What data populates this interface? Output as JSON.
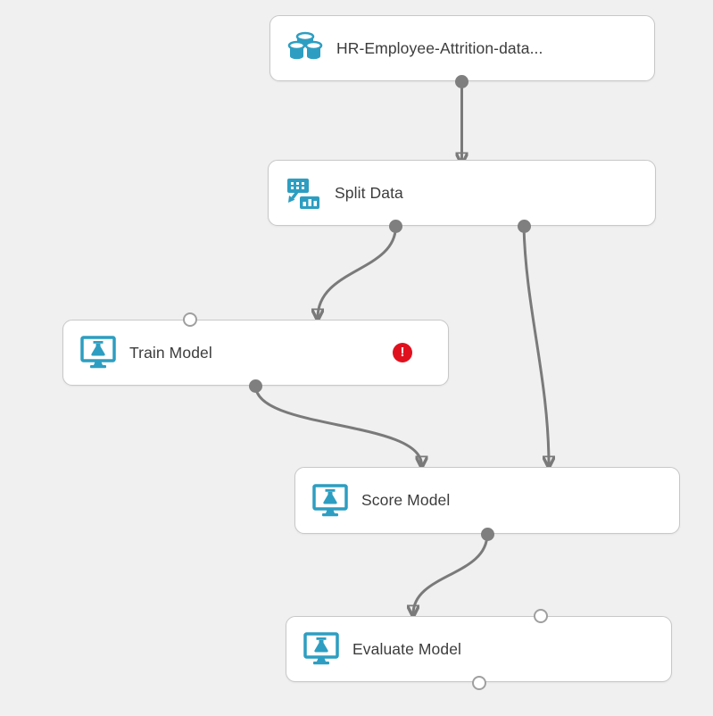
{
  "colors": {
    "canvas_bg": "#f0f0f0",
    "node_bg": "#ffffff",
    "node_border": "#c8c8c8",
    "accent": "#2D9EC1",
    "connector": "#7a7a7a",
    "error": "#E0111F",
    "label": "#3c3c3c",
    "port_fill": "#7f7f7f",
    "port_ring": "#9f9f9f"
  },
  "nodes": [
    {
      "id": "dataset",
      "label": "HR-Employee-Attrition-data...",
      "icon": "database-icon",
      "ports": {
        "inputs": [],
        "outputs": [
          "connected"
        ]
      }
    },
    {
      "id": "split-data",
      "label": "Split Data",
      "icon": "split-data-icon",
      "ports": {
        "inputs": [
          "connected"
        ],
        "outputs": [
          "connected",
          "connected"
        ]
      }
    },
    {
      "id": "train-model",
      "label": "Train Model",
      "icon": "model-experiment-icon",
      "status": "error",
      "status_glyph": "!",
      "ports": {
        "inputs": [
          "open",
          "connected"
        ],
        "outputs": [
          "connected"
        ]
      }
    },
    {
      "id": "score-model",
      "label": "Score Model",
      "icon": "model-experiment-icon",
      "ports": {
        "inputs": [
          "connected",
          "connected"
        ],
        "outputs": [
          "connected"
        ]
      }
    },
    {
      "id": "evaluate-model",
      "label": "Evaluate Model",
      "icon": "model-experiment-icon",
      "ports": {
        "inputs": [
          "connected",
          "open"
        ],
        "outputs": [
          "open"
        ]
      }
    }
  ],
  "connections": [
    {
      "from": "dataset.output",
      "to": "split-data.input"
    },
    {
      "from": "split-data.output-1",
      "to": "train-model.input-2"
    },
    {
      "from": "split-data.output-2",
      "to": "score-model.input-2"
    },
    {
      "from": "train-model.output",
      "to": "score-model.input-1"
    },
    {
      "from": "score-model.output",
      "to": "evaluate-model.input-1"
    }
  ]
}
